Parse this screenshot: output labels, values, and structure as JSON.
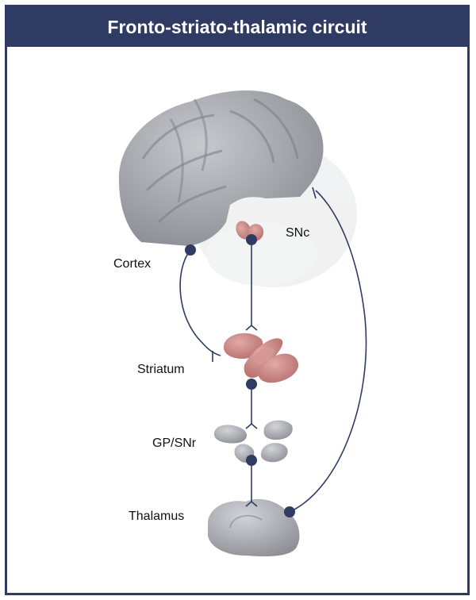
{
  "title": "Fronto-striato-thalamic circuit",
  "labels": {
    "cortex": "Cortex",
    "snc": "SNc",
    "striatum": "Striatum",
    "gp_snr": "GP/SNr",
    "thalamus": "Thalamus"
  },
  "colors": {
    "frame": "#2f3b63",
    "pathway": "#2f3b63",
    "brain_gray": "#a9abb0",
    "striatum_pink": "#c98a86"
  }
}
